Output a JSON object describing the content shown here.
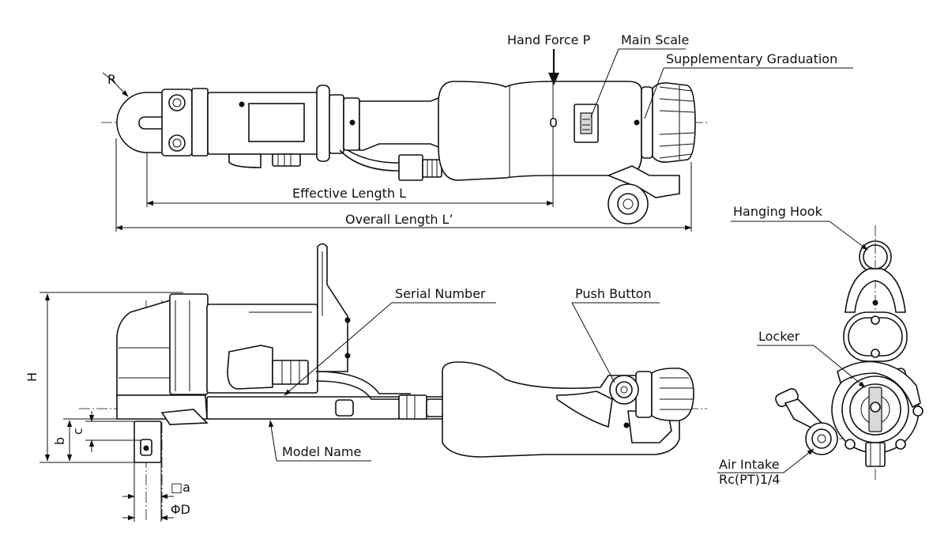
{
  "labels": {
    "hand_force": "Hand Force P",
    "main_scale": "Main Scale",
    "supplementary_graduation": "Supplementary Graduation",
    "radius": "R",
    "effective_length": "Effective Length L",
    "overall_length": "Overall Length L’",
    "hanging_hook": "Hanging Hook",
    "serial_number": "Serial Number",
    "push_button": "Push Button",
    "locker": "Locker",
    "height": "H",
    "dim_b": "b",
    "dim_c": "c",
    "model_name": "Model Name",
    "square_a": "□a",
    "diameter_d": "ΦD",
    "air_intake": "Air Intake",
    "air_intake_thread": "Rc(PT)1/4"
  }
}
